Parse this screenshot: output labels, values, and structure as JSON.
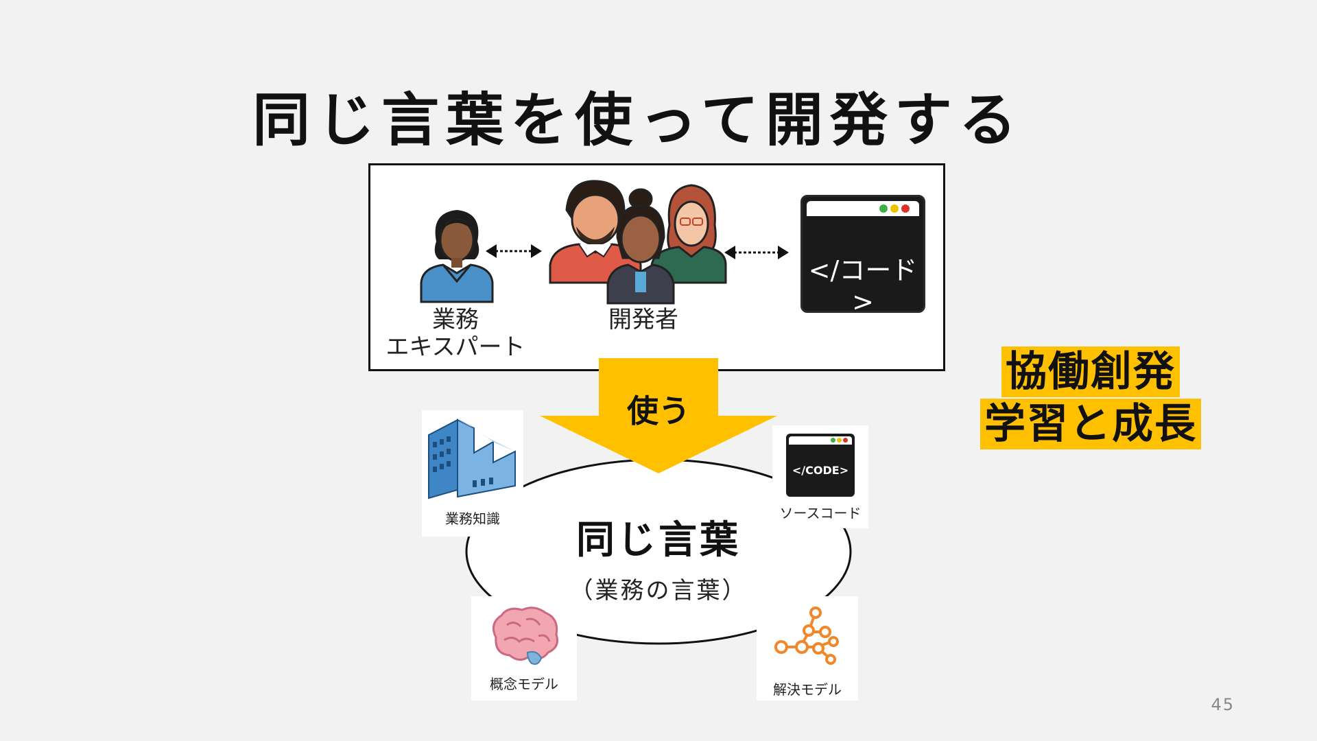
{
  "slide": {
    "title": "同じ言葉を使って開発する",
    "page_number": "45"
  },
  "top_panel": {
    "expert_label_line1": "業務",
    "expert_label_line2": "エキスパート",
    "developers_label": "開発者",
    "code_window_text": "</コード>"
  },
  "arrow": {
    "label": "使う"
  },
  "center": {
    "title": "同じ言葉",
    "subtitle": "（業務の言葉）"
  },
  "cards": {
    "business_knowledge": "業務知識",
    "source_code": "ソースコード",
    "source_code_window_text": "</CODE>",
    "concept_model": "概念モデル",
    "solution_model": "解決モデル"
  },
  "highlights": {
    "line1": "協働創発",
    "line2": "学習と成長"
  },
  "colors": {
    "accent_yellow": "#ffc000",
    "code_window_bg": "#1a1a1a",
    "dot_green": "#3cb043",
    "dot_yellow": "#f2c200",
    "dot_red": "#e0322a",
    "graph_orange": "#f0882a"
  },
  "icons": {
    "business_expert": "person-icon",
    "developers": "people-group-icon",
    "code": "code-window-icon",
    "factory": "factory-icon",
    "brain": "brain-icon",
    "graph": "graph-nodes-icon"
  }
}
